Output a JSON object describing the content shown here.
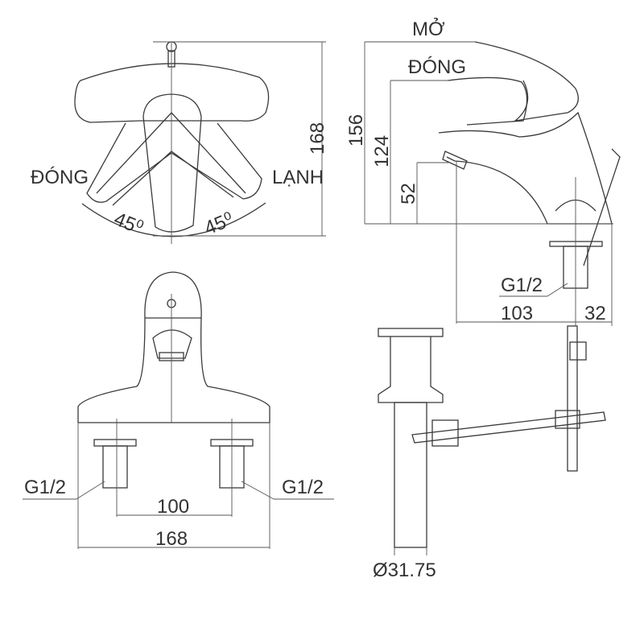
{
  "top_view": {
    "height_dim": "168",
    "left_label": "ĐÓNG",
    "right_label": "LẠNH",
    "angle_left": "45⁰",
    "angle_right": "45⁰"
  },
  "side_view": {
    "open_label": "MỞ",
    "close_label": "ĐÓNG",
    "dim_total_height": "156",
    "dim_handle_height": "124",
    "dim_spout_height": "52",
    "thread_label": "G1/2",
    "dim_reach": "103",
    "dim_rear": "32"
  },
  "front_view": {
    "thread_left": "G1/2",
    "thread_right": "G1/2",
    "dim_center": "100",
    "dim_width": "168"
  },
  "drain_view": {
    "diameter_label": "Ø31.75"
  }
}
